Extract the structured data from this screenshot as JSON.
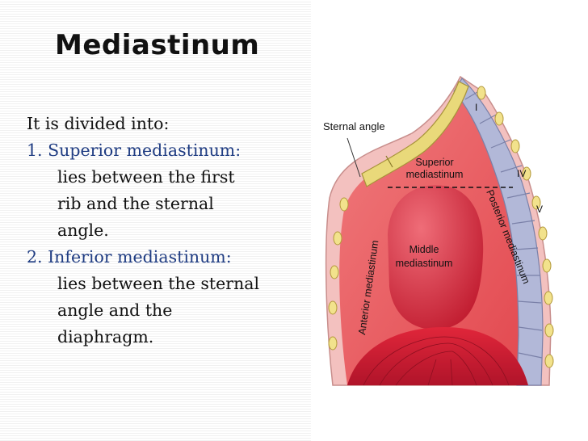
{
  "slide": {
    "title": "Mediastinum",
    "intro": "It is divided into:",
    "items": [
      {
        "heading": "1. Superior mediastinum:",
        "lines": [
          "lies between the first",
          "rib and the sternal",
          "angle."
        ]
      },
      {
        "heading": "2. Inferior mediastinum:",
        "lines": [
          "lies between the sternal",
          "angle and the",
          "diaphragm."
        ]
      }
    ]
  },
  "figure": {
    "labels": {
      "sternal_angle": "Sternal angle",
      "superior_1": "Superior",
      "superior_2": "mediastinum",
      "middle_1": "Middle",
      "middle_2": "mediastinum",
      "anterior": "Anterior mediastinum",
      "posterior": "Posterior mediastinum",
      "rib_i": "I",
      "rib_iv": "IV",
      "rib_v": "V"
    }
  },
  "colors": {
    "accent_blue": "#1f3c82",
    "cavity_red": "#e95a5f",
    "heart_red": "#d72a3c",
    "sternum_yellow": "#e9d97a",
    "spine_lavender": "#b2b8d8"
  }
}
